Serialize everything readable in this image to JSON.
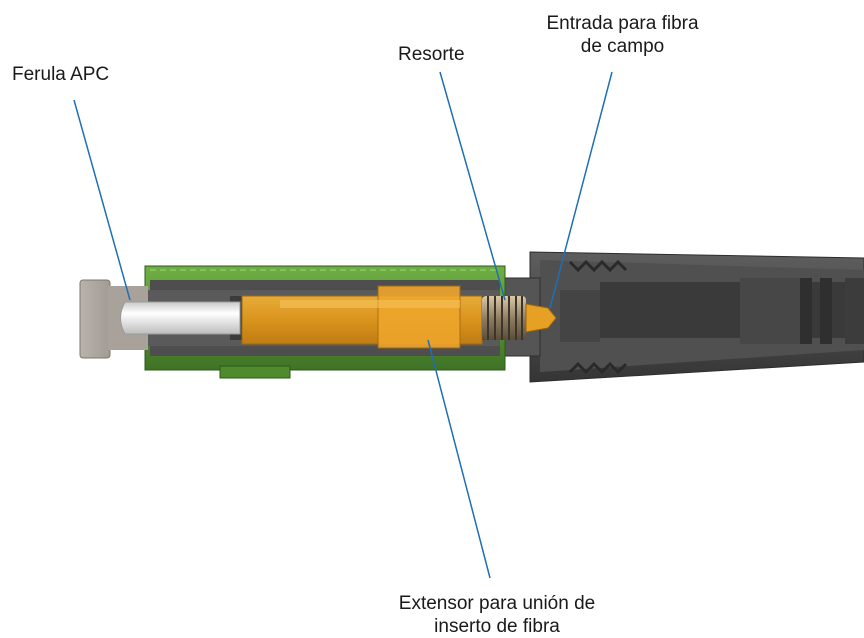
{
  "labels": {
    "ferula": "Ferula APC",
    "resorte": "Resorte",
    "entrada_line1": "Entrada para fibra",
    "entrada_line2": "de campo",
    "extensor_line1": "Extensor para unión de",
    "extensor_line2": "inserto de fibra"
  },
  "colors": {
    "leader_line": "#1f6fb5",
    "green_housing": "#5f9a3a",
    "orange_extensor": "#e39a1c",
    "gray_body": "#4a4a4a",
    "ferrule_white": "#e8e8e8"
  }
}
